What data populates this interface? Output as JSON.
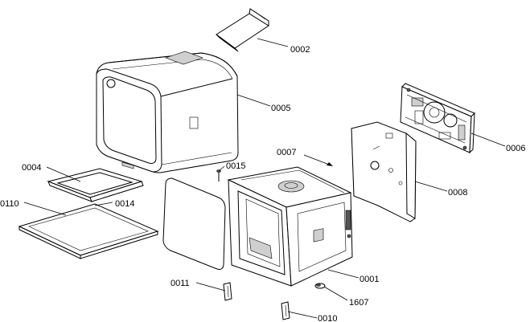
{
  "parts": [
    {
      "id": "p0002",
      "label": "0002"
    },
    {
      "id": "p0005",
      "label": "0005"
    },
    {
      "id": "p0006",
      "label": "0006"
    },
    {
      "id": "p0007",
      "label": "0007"
    },
    {
      "id": "p0008",
      "label": "0008"
    },
    {
      "id": "p0004",
      "label": "0004"
    },
    {
      "id": "p0015",
      "label": "0015"
    },
    {
      "id": "p0110",
      "label": "0110"
    },
    {
      "id": "p0014",
      "label": "0014"
    },
    {
      "id": "p0001",
      "label": "0001"
    },
    {
      "id": "p0011",
      "label": "0011"
    },
    {
      "id": "p1607",
      "label": "1607"
    },
    {
      "id": "p0010",
      "label": "0010"
    }
  ]
}
